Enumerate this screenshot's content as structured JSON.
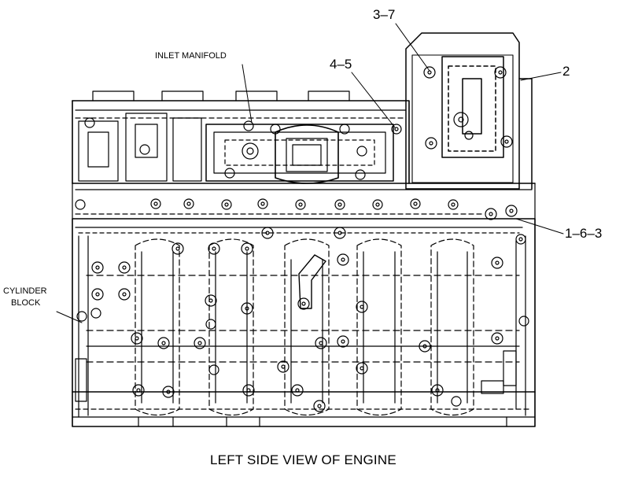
{
  "labels": {
    "inlet_manifold": "INLET MANIFOLD",
    "cylinder_block_line1": "CYLINDER",
    "cylinder_block_line2": "BLOCK",
    "callout_3_7": "3–7",
    "callout_4_5": "4–5",
    "callout_2": "2",
    "callout_1_6_3": "1–6–3"
  },
  "caption": "LEFT SIDE VIEW OF ENGINE"
}
